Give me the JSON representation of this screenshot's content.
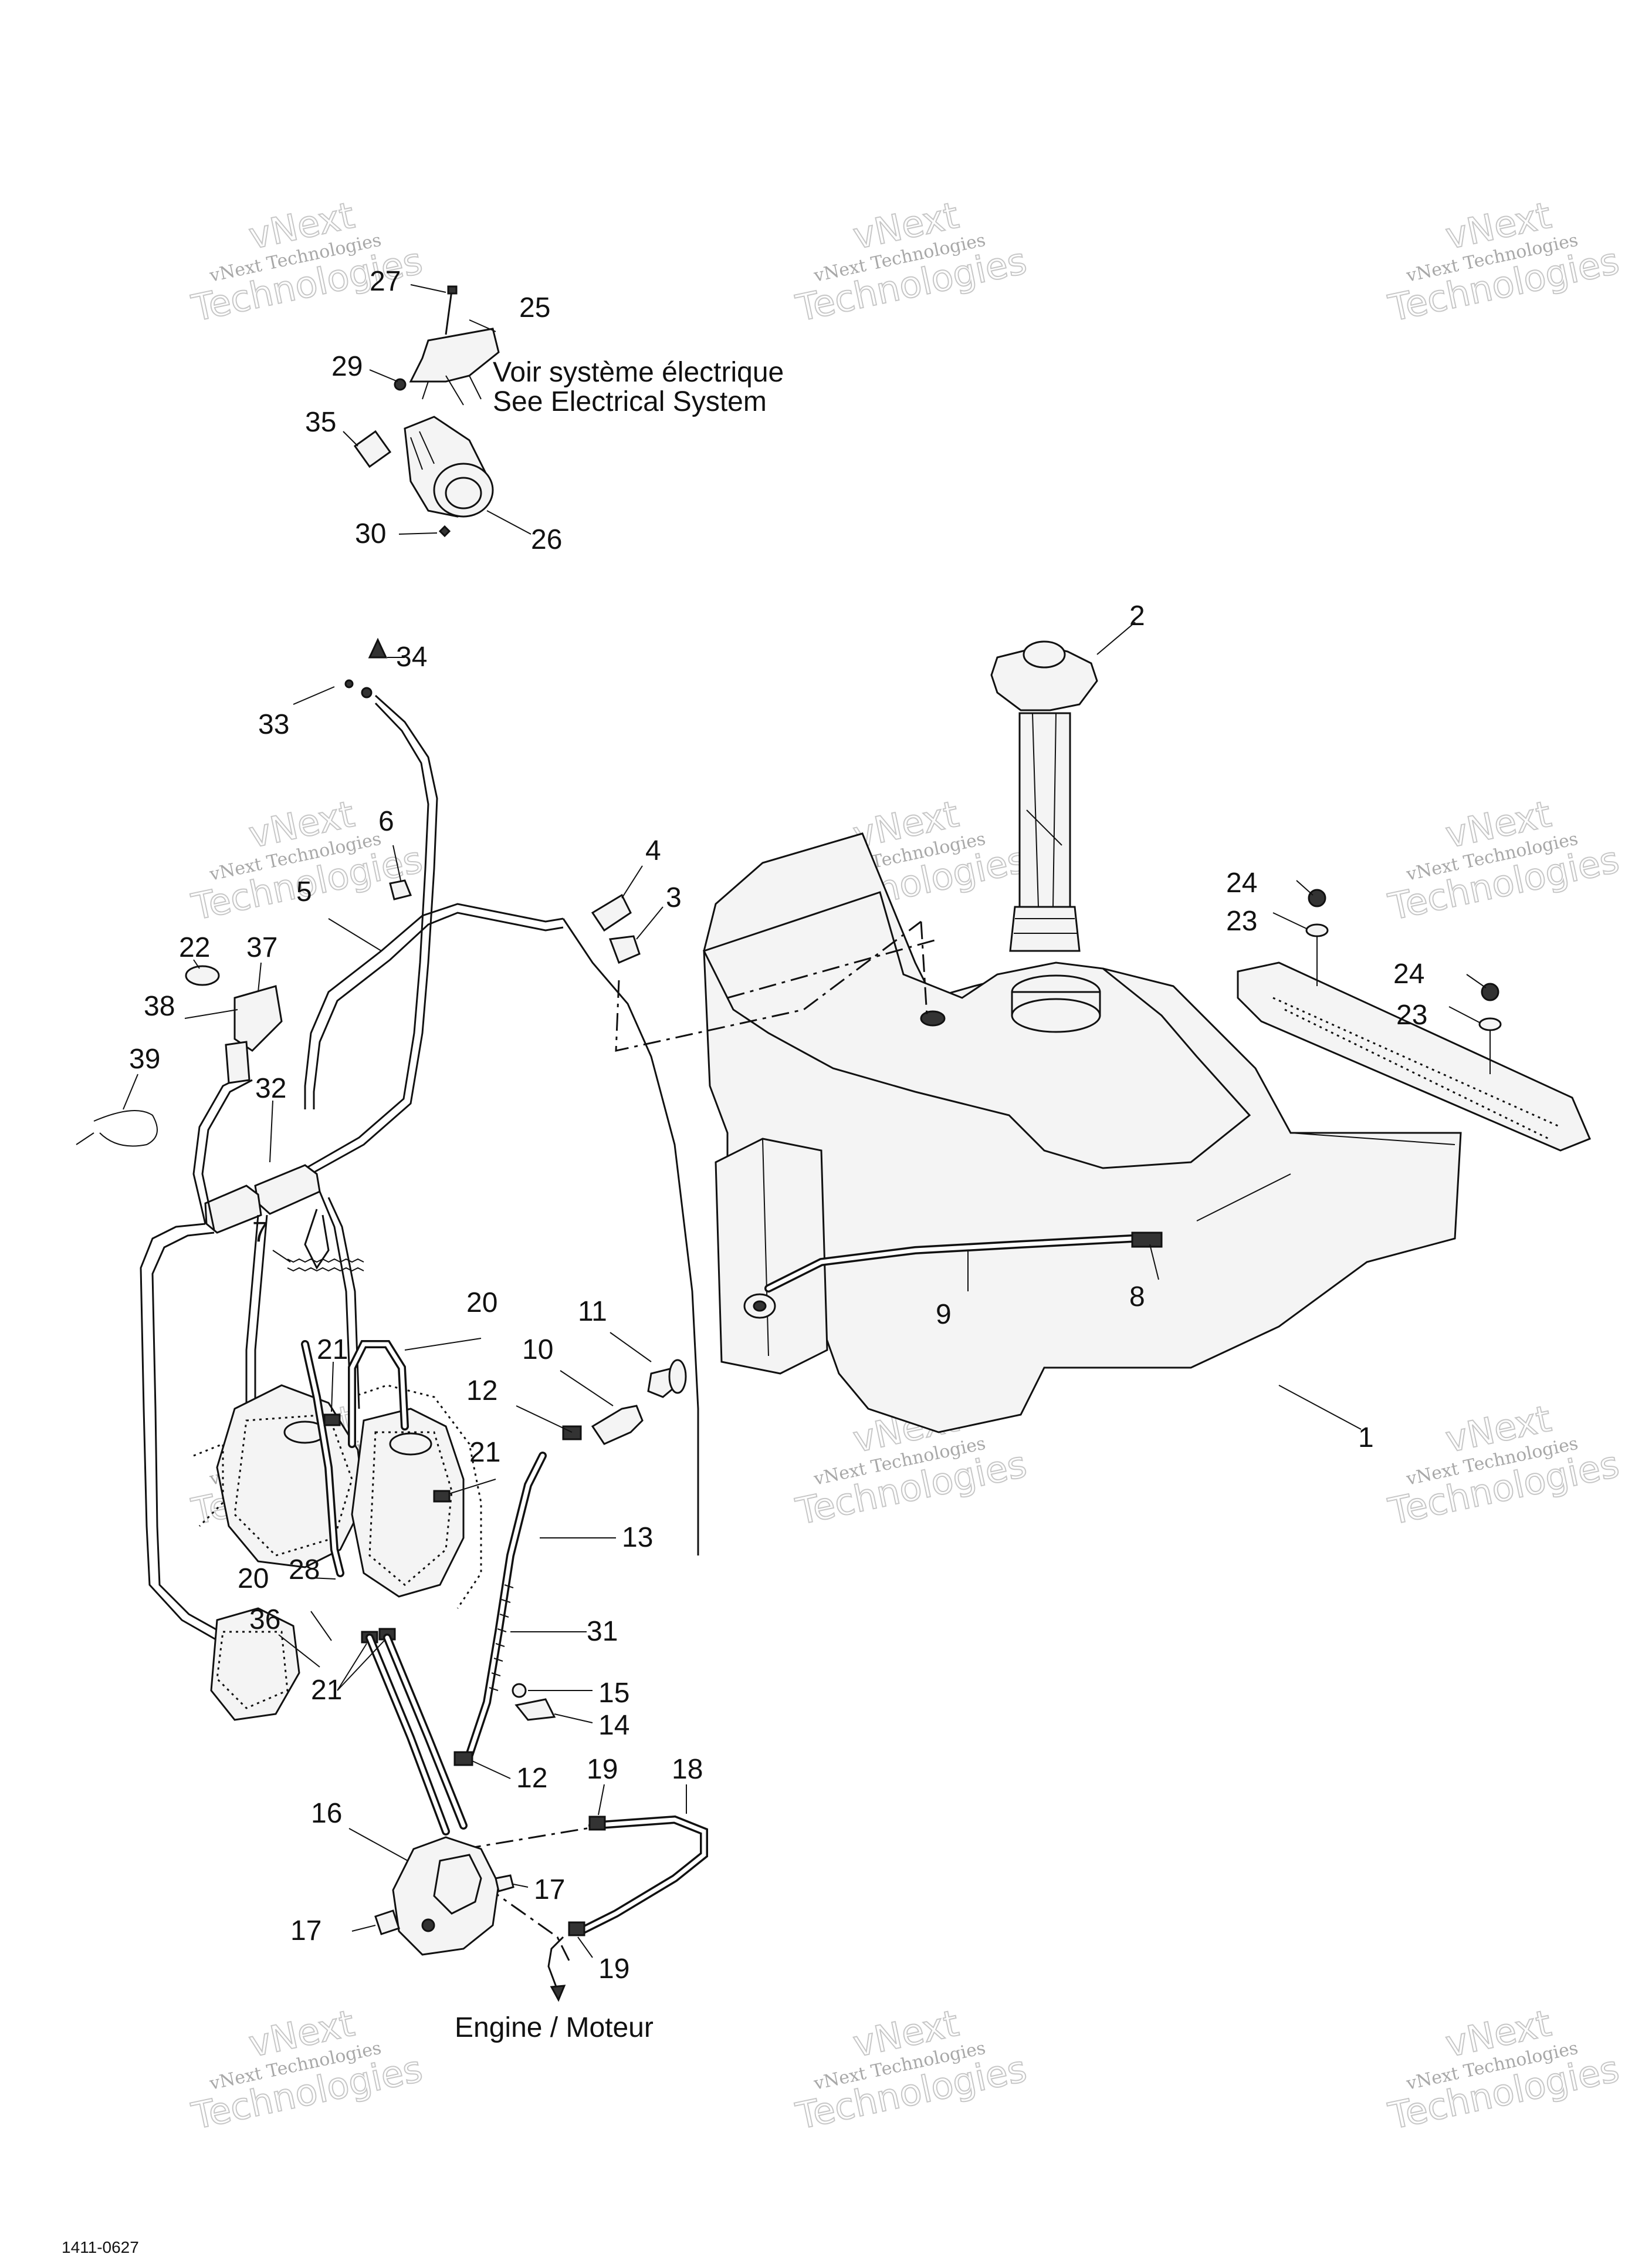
{
  "diagram": {
    "note_fr": "Voir système électrique",
    "note_en": "See Electrical System",
    "engine_label": "Engine / Moteur",
    "footer_code": "1411-0627",
    "watermark": {
      "line1": "vNext Technologies",
      "line2": "vNext",
      "line3": "Technologies"
    },
    "callouts": [
      {
        "id": "c1",
        "label": "1"
      },
      {
        "id": "c2",
        "label": "2"
      },
      {
        "id": "c3",
        "label": "3"
      },
      {
        "id": "c4",
        "label": "4"
      },
      {
        "id": "c5",
        "label": "5"
      },
      {
        "id": "c6",
        "label": "6"
      },
      {
        "id": "c7",
        "label": "7"
      },
      {
        "id": "c8",
        "label": "8"
      },
      {
        "id": "c9",
        "label": "9"
      },
      {
        "id": "c10",
        "label": "10"
      },
      {
        "id": "c11",
        "label": "11"
      },
      {
        "id": "c12a",
        "label": "12"
      },
      {
        "id": "c12b",
        "label": "12"
      },
      {
        "id": "c13",
        "label": "13"
      },
      {
        "id": "c14",
        "label": "14"
      },
      {
        "id": "c15",
        "label": "15"
      },
      {
        "id": "c16",
        "label": "16"
      },
      {
        "id": "c17a",
        "label": "17"
      },
      {
        "id": "c17b",
        "label": "17"
      },
      {
        "id": "c18",
        "label": "18"
      },
      {
        "id": "c19a",
        "label": "19"
      },
      {
        "id": "c19b",
        "label": "19"
      },
      {
        "id": "c20a",
        "label": "20"
      },
      {
        "id": "c20b",
        "label": "20"
      },
      {
        "id": "c21a",
        "label": "21"
      },
      {
        "id": "c21b",
        "label": "21"
      },
      {
        "id": "c21c",
        "label": "21"
      },
      {
        "id": "c22",
        "label": "22"
      },
      {
        "id": "c23a",
        "label": "23"
      },
      {
        "id": "c23b",
        "label": "23"
      },
      {
        "id": "c24a",
        "label": "24"
      },
      {
        "id": "c24b",
        "label": "24"
      },
      {
        "id": "c25",
        "label": "25"
      },
      {
        "id": "c26",
        "label": "26"
      },
      {
        "id": "c27",
        "label": "27"
      },
      {
        "id": "c28",
        "label": "28"
      },
      {
        "id": "c29",
        "label": "29"
      },
      {
        "id": "c30",
        "label": "30"
      },
      {
        "id": "c31",
        "label": "31"
      },
      {
        "id": "c32",
        "label": "32"
      },
      {
        "id": "c33",
        "label": "33"
      },
      {
        "id": "c34",
        "label": "34"
      },
      {
        "id": "c35",
        "label": "35"
      },
      {
        "id": "c36",
        "label": "36"
      },
      {
        "id": "c37",
        "label": "37"
      },
      {
        "id": "c38",
        "label": "38"
      },
      {
        "id": "c39",
        "label": "39"
      }
    ]
  }
}
